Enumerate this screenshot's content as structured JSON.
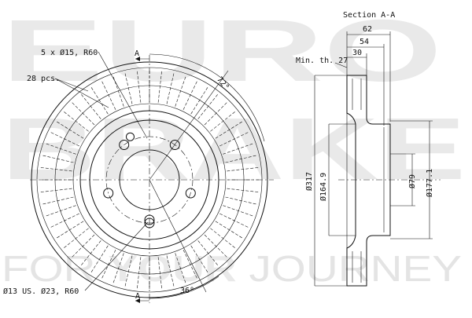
{
  "watermark": {
    "brand_lines": [
      "EURO",
      "BRAKE"
    ],
    "tagline_parts": [
      "FOR ",
      "YOUR",
      " JOURNEY"
    ]
  },
  "front_view": {
    "bolt_pattern_label": "5 x Ø15, R60",
    "vent_count_label": "28 pcs.",
    "center_hole_label": "Ø13 US. Ø23, R60",
    "angle_top_label": "72°",
    "angle_bottom_label": "36°",
    "section_marker_top": "A",
    "section_marker_bottom": "A"
  },
  "section_view": {
    "title": "Section A-A",
    "dim_62": "62",
    "dim_54": "54",
    "dim_30": "30",
    "min_thickness_label": "Min. th. 27",
    "dia_317": "Ø317",
    "dia_164_9": "Ø164.9",
    "dia_79": "Ø79",
    "dia_177_1": "Ø177.1"
  }
}
